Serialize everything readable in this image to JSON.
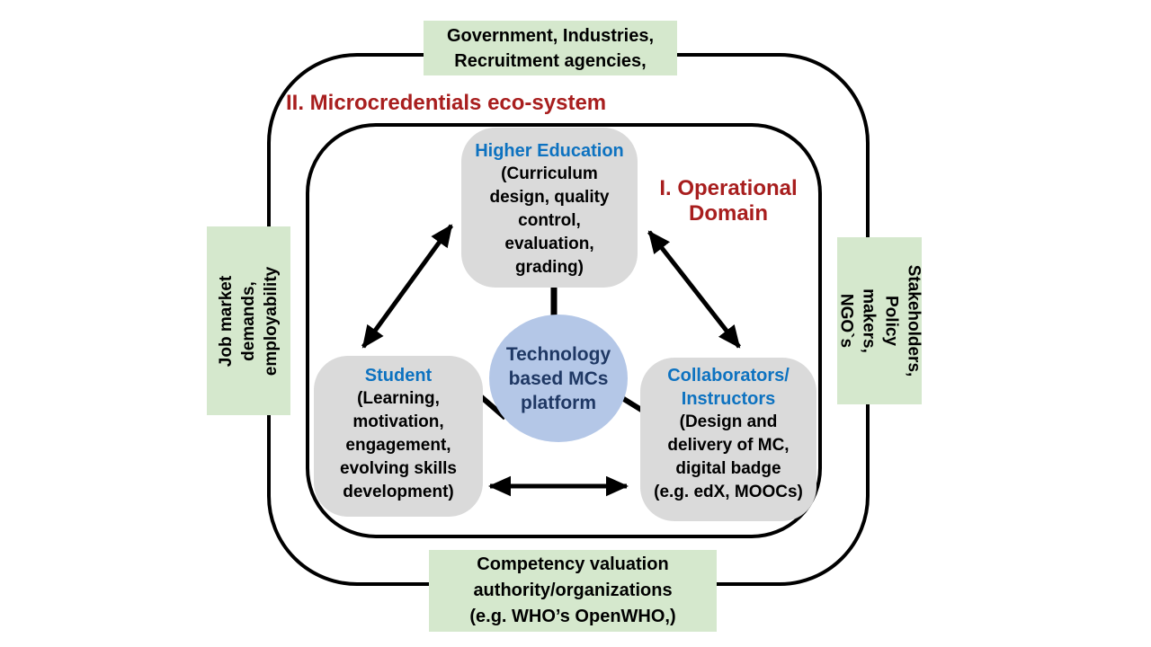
{
  "title": "II. Microcredentials eco-system",
  "inner_title": [
    "I. Operational",
    "Domain"
  ],
  "edge_boxes": {
    "top": [
      "Government, Industries,",
      "Recruitment agencies,"
    ],
    "bottom": [
      "Competency valuation",
      "authority/organizations",
      "(e.g. WHO’s OpenWHO,)"
    ],
    "left": [
      "Job market",
      "demands,",
      "employability"
    ],
    "right": [
      "Stakeholders,",
      "Policy makers,",
      "NGO`s"
    ]
  },
  "nodes": {
    "higher_education": {
      "title": "Higher Education",
      "body": [
        "(Curriculum",
        "design, quality",
        "control,",
        "evaluation,",
        "grading)"
      ]
    },
    "student": {
      "title": "Student",
      "body": [
        "(Learning,",
        "motivation,",
        "engagement,",
        "evolving skills",
        "development)"
      ]
    },
    "collaborators": {
      "title": [
        "Collaborators/",
        "Instructors"
      ],
      "body": [
        "(Design and",
        "delivery of MC,",
        "digital badge",
        "(e.g. edX, MOOCs)"
      ]
    }
  },
  "center_node": [
    "Technology",
    "based MCs",
    "platform"
  ],
  "colors": {
    "edge_box_green": "#d5e8cd",
    "node_gray": "#dadada",
    "circle_blue": "#b4c7e7",
    "heading_blue": "#0d72c0",
    "dark_red": "#a81e1e",
    "navy": "#1f3864"
  }
}
